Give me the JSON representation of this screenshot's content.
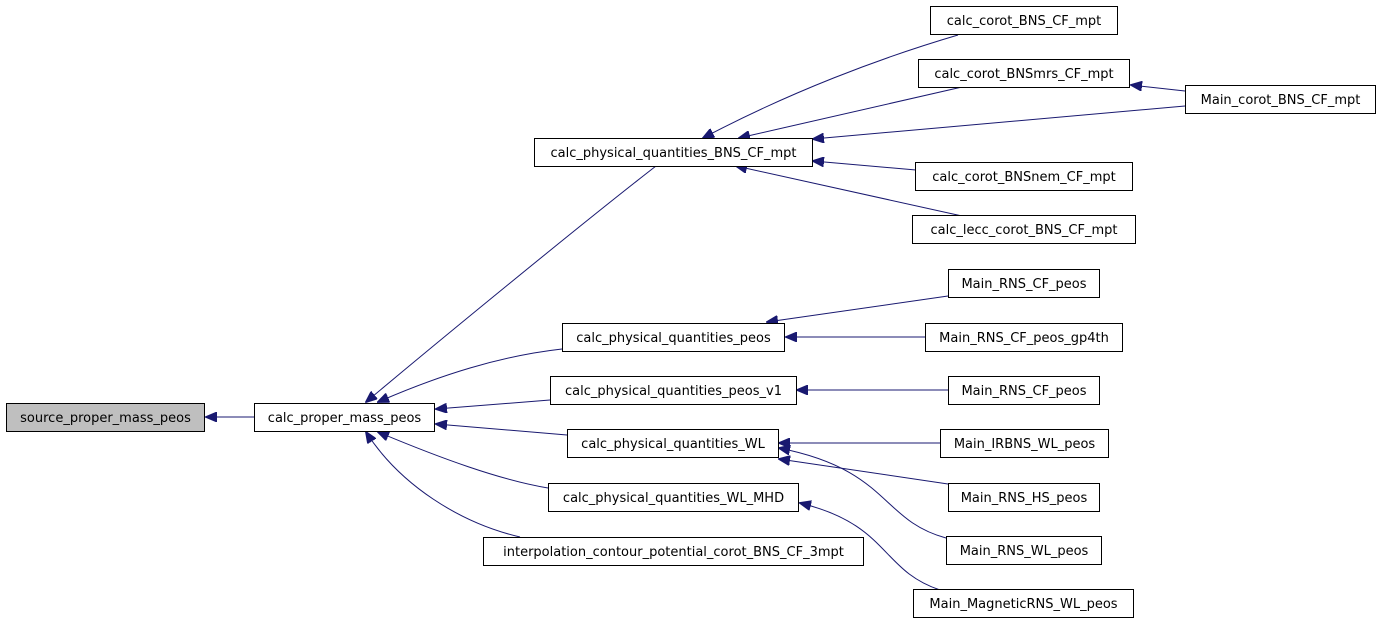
{
  "graph": {
    "colors": {
      "edge": "#191970",
      "root_fill": "#bfbfbf",
      "node_fill": "#ffffff",
      "border": "#000000"
    },
    "nodes": {
      "source_proper_mass_peos": "source_proper_mass_peos",
      "calc_proper_mass_peos": "calc_proper_mass_peos",
      "calc_physical_quantities_BNS_CF_mpt": "calc_physical_quantities_BNS_CF_mpt",
      "calc_physical_quantities_peos": "calc_physical_quantities_peos",
      "calc_physical_quantities_peos_v1": "calc_physical_quantities_peos_v1",
      "calc_physical_quantities_WL": "calc_physical_quantities_WL",
      "calc_physical_quantities_WL_MHD": "calc_physical_quantities_WL_MHD",
      "interpolation_contour_potential_corot_BNS_CF_3mpt": "interpolation_contour_potential_corot_BNS_CF_3mpt",
      "calc_corot_BNS_CF_mpt": "calc_corot_BNS_CF_mpt",
      "calc_corot_BNSmrs_CF_mpt": "calc_corot_BNSmrs_CF_mpt",
      "calc_corot_BNSnem_CF_mpt": "calc_corot_BNSnem_CF_mpt",
      "calc_lecc_corot_BNS_CF_mpt": "calc_lecc_corot_BNS_CF_mpt",
      "Main_corot_BNS_CF_mpt": "Main_corot_BNS_CF_mpt",
      "Main_RNS_CF_peos_1": "Main_RNS_CF_peos",
      "Main_RNS_CF_peos_gp4th": "Main_RNS_CF_peos_gp4th",
      "Main_RNS_CF_peos_2": "Main_RNS_CF_peos",
      "Main_IRBNS_WL_peos": "Main_IRBNS_WL_peos",
      "Main_RNS_HS_peos": "Main_RNS_HS_peos",
      "Main_RNS_WL_peos": "Main_RNS_WL_peos",
      "Main_MagneticRNS_WL_peos": "Main_MagneticRNS_WL_peos"
    }
  }
}
